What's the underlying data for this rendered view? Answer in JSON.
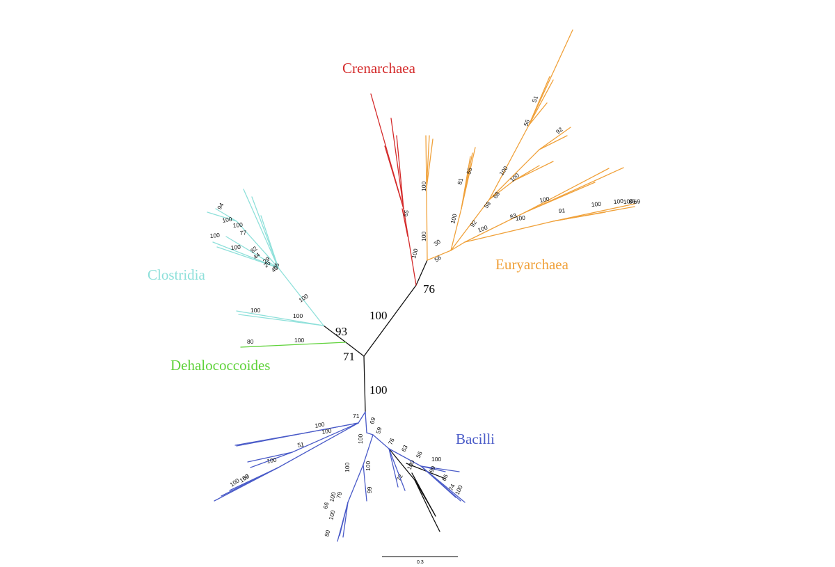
{
  "colors": {
    "backbone": "#111111",
    "Crenarchaea": "#d42a2a",
    "Euryarchaea": "#f0a13a",
    "Clostridia": "#8ee0da",
    "Dehalococcoides": "#5fd23a",
    "Bacilli": "#4a5bc8"
  },
  "clades": {
    "crenarchaea": "Crenarchaea",
    "euryarchaea": "Euryarchaea",
    "clostridia": "Clostridia",
    "dehalococcoides": "Dehalococcoides",
    "bacilli": "Bacilli"
  },
  "main_support": {
    "archaea_stem": "100",
    "euryarchaea_node": "76",
    "clostridia_node": "93",
    "dehalococcoides_node": "71",
    "bacilli_stem": "100"
  },
  "support_values": {
    "crenarchaea": [
      "65",
      "100"
    ],
    "euryarchaea": [
      "100",
      "100",
      "56",
      "30",
      "100",
      "92",
      "81",
      "55",
      "58",
      "68",
      "100",
      "100",
      "56",
      "51",
      "100",
      "92",
      "83",
      "100",
      "100",
      "91",
      "100",
      "100",
      "100",
      "86",
      "69"
    ],
    "clostridia": [
      "94",
      "100",
      "100",
      "77",
      "100",
      "82",
      "44",
      "29",
      "25",
      "55",
      "40",
      "100",
      "100",
      "100",
      "100"
    ],
    "dehalococcoides": [
      "80",
      "100"
    ],
    "bacilli": [
      "71",
      "100",
      "100",
      "51",
      "100",
      "100",
      "100",
      "59",
      "69",
      "59",
      "100",
      "100",
      "100",
      "99",
      "76",
      "72",
      "63",
      "56",
      "100",
      "100",
      "99",
      "66",
      "74",
      "100",
      "66",
      "100",
      "79",
      "100",
      "80"
    ]
  },
  "scale_bar": {
    "label": "0.3"
  }
}
